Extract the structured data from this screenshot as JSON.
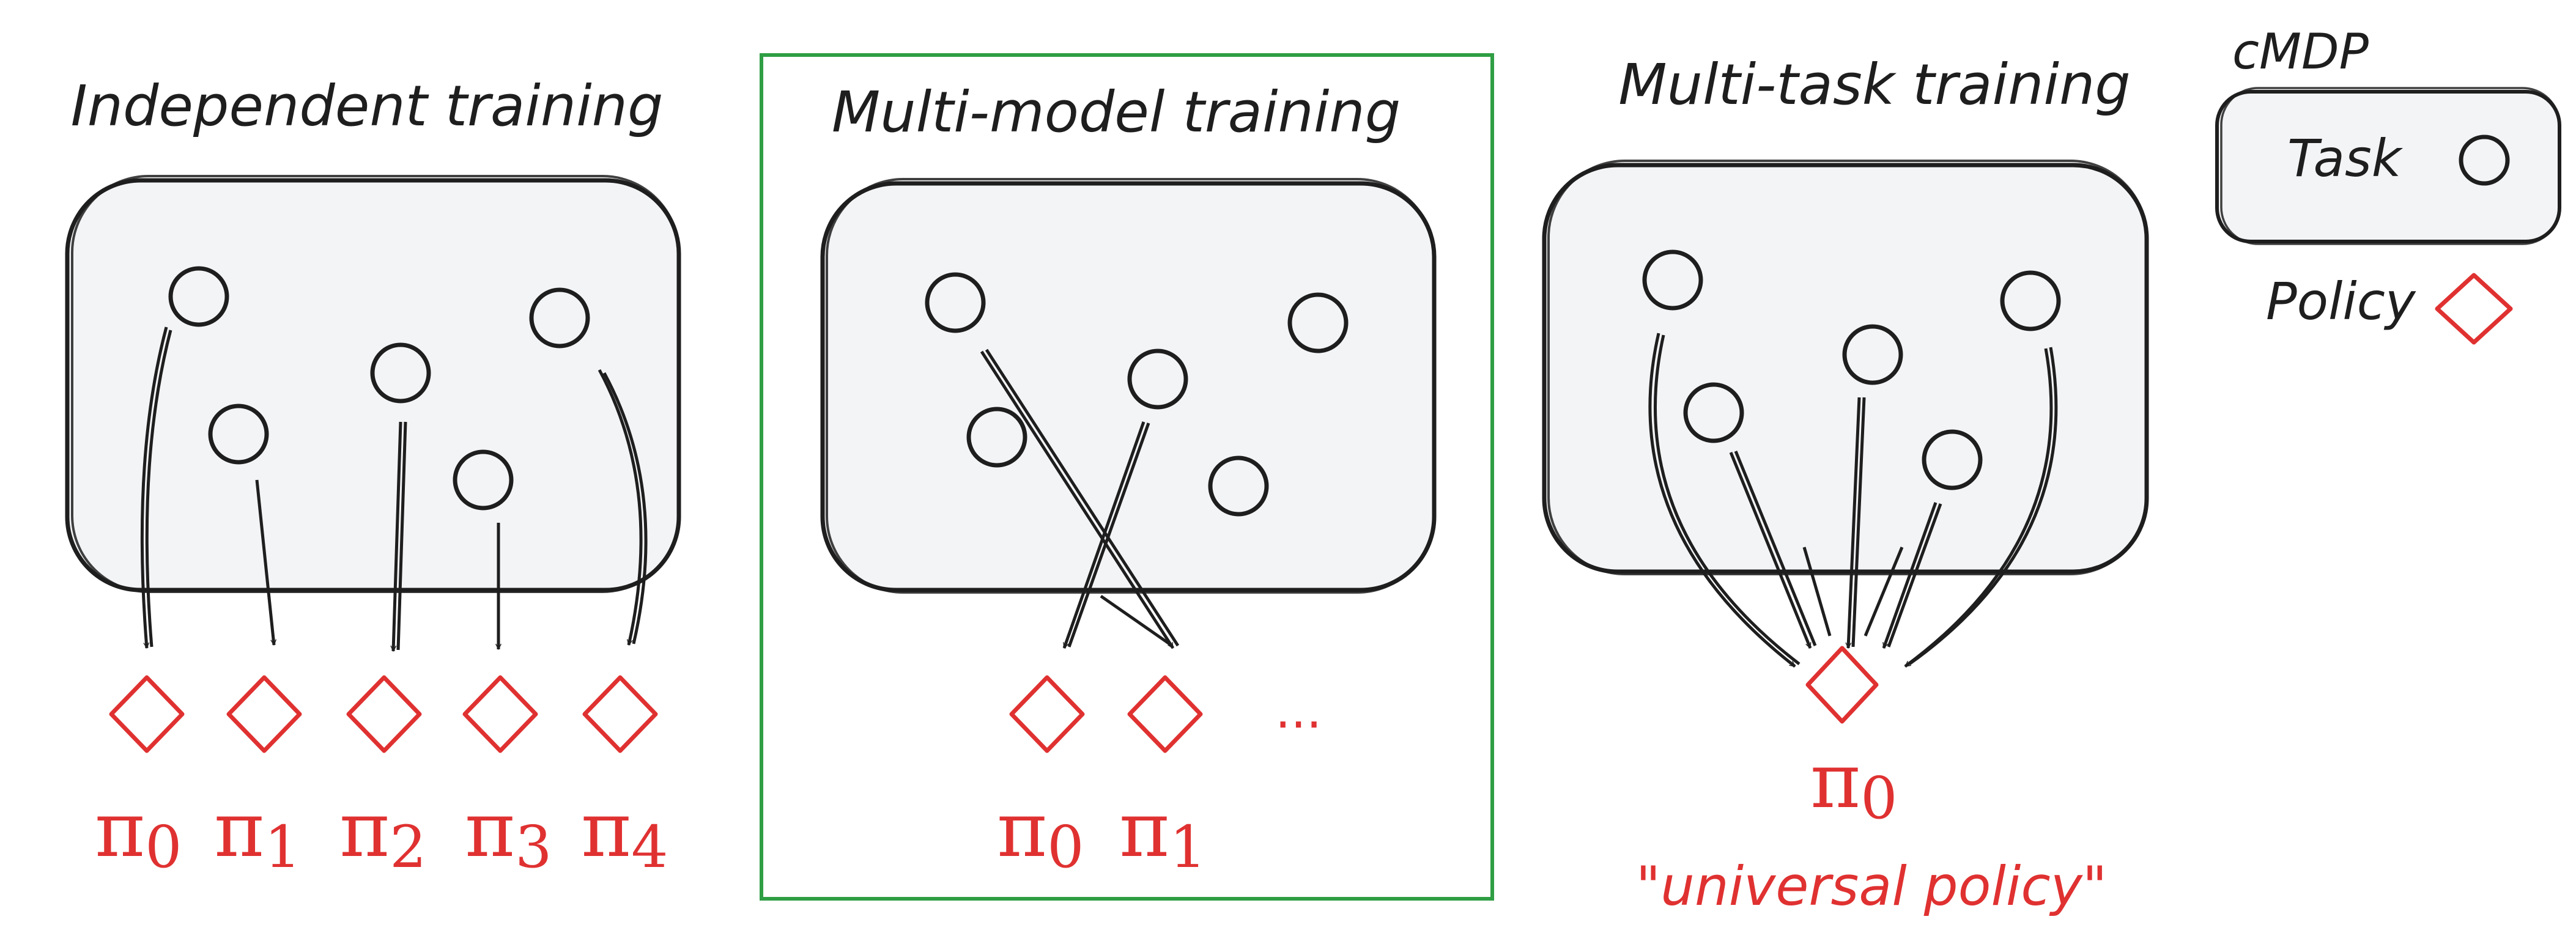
{
  "colors": {
    "ink": "#1e1e1e",
    "policy": "#e03131",
    "panel_fill": "#f3f4f6",
    "highlight": "#2f9e44"
  },
  "panels": [
    {
      "title": "Independent training",
      "policies": [
        {
          "symbol": "π",
          "sub": "0"
        },
        {
          "symbol": "π",
          "sub": "1"
        },
        {
          "symbol": "π",
          "sub": "2"
        },
        {
          "symbol": "π",
          "sub": "3"
        },
        {
          "symbol": "π",
          "sub": "4"
        }
      ]
    },
    {
      "title": "Multi-model training",
      "highlighted": true,
      "policies": [
        {
          "symbol": "π",
          "sub": "0"
        },
        {
          "symbol": "π",
          "sub": "1"
        }
      ],
      "ellipsis": "..."
    },
    {
      "title": "Multi-task training",
      "policies": [
        {
          "symbol": "π",
          "sub": "0"
        }
      ],
      "caption": "\"universal policy\""
    }
  ],
  "legend": {
    "title": "cMDP",
    "task_label": "Task",
    "policy_label": "Policy"
  }
}
